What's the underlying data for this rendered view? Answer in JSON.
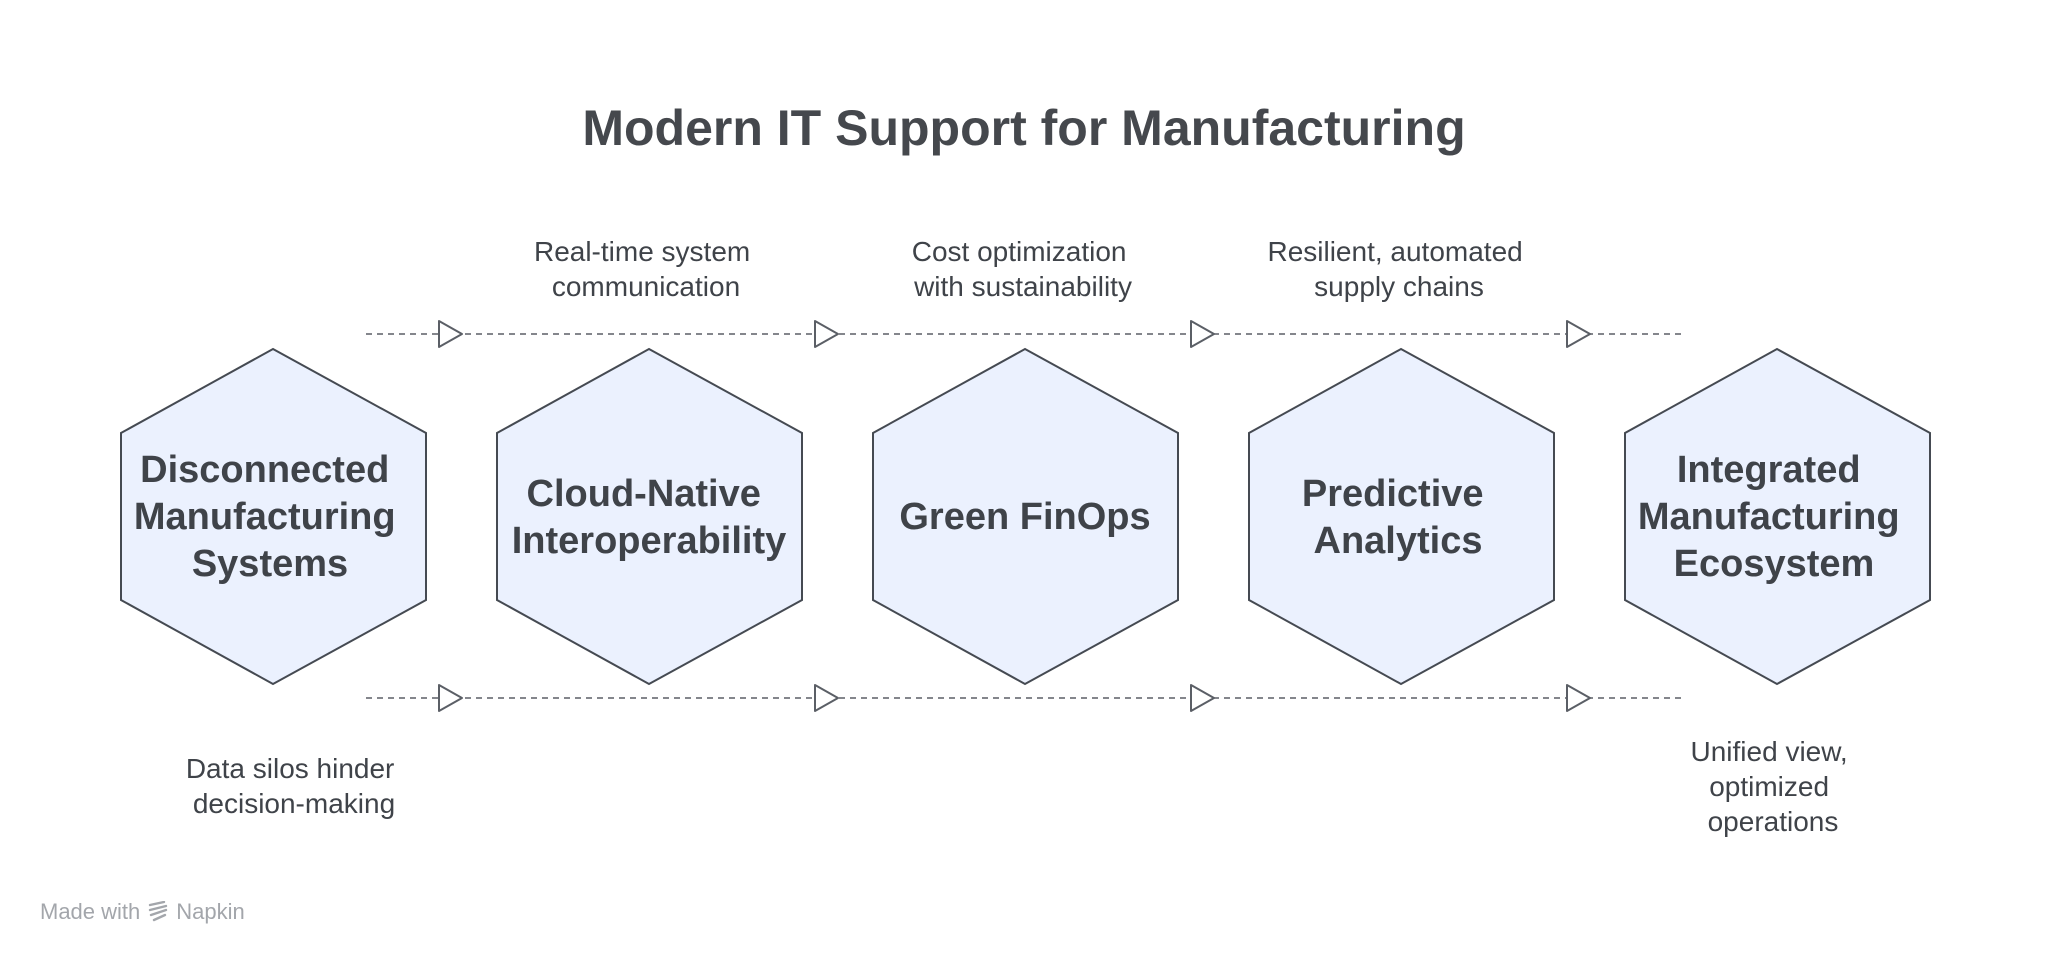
{
  "title": "Modern IT Support for Manufacturing",
  "stages": [
    {
      "id": "disconnected",
      "label": [
        "Disconnected",
        "Manufacturing",
        "Systems"
      ]
    },
    {
      "id": "cloud-native",
      "label": [
        "Cloud-Native",
        "Interoperability"
      ]
    },
    {
      "id": "green-finops",
      "label": [
        "Green FinOps"
      ]
    },
    {
      "id": "predictive",
      "label": [
        "Predictive",
        "Analytics"
      ]
    },
    {
      "id": "integrated",
      "label": [
        "Integrated",
        "Manufacturing",
        "Ecosystem"
      ]
    }
  ],
  "top_notes": [
    {
      "id": "realtime",
      "lines": [
        "Real-time system",
        "communication"
      ]
    },
    {
      "id": "cost",
      "lines": [
        "Cost optimization",
        "with sustainability"
      ]
    },
    {
      "id": "resilient",
      "lines": [
        "Resilient, automated",
        "supply chains"
      ]
    }
  ],
  "bottom_notes": [
    {
      "id": "silos",
      "lines": [
        "Data silos hinder",
        "decision-making"
      ]
    },
    {
      "id": "unified",
      "lines": [
        "Unified view,",
        "optimized",
        "operations"
      ]
    }
  ],
  "watermark": {
    "prefix": "Made with",
    "brand": "Napkin"
  },
  "colors": {
    "hex_fill": "#ebf1fe",
    "hex_stroke": "#454a52",
    "text": "#3f4349",
    "watermark": "#a3a6ab"
  }
}
